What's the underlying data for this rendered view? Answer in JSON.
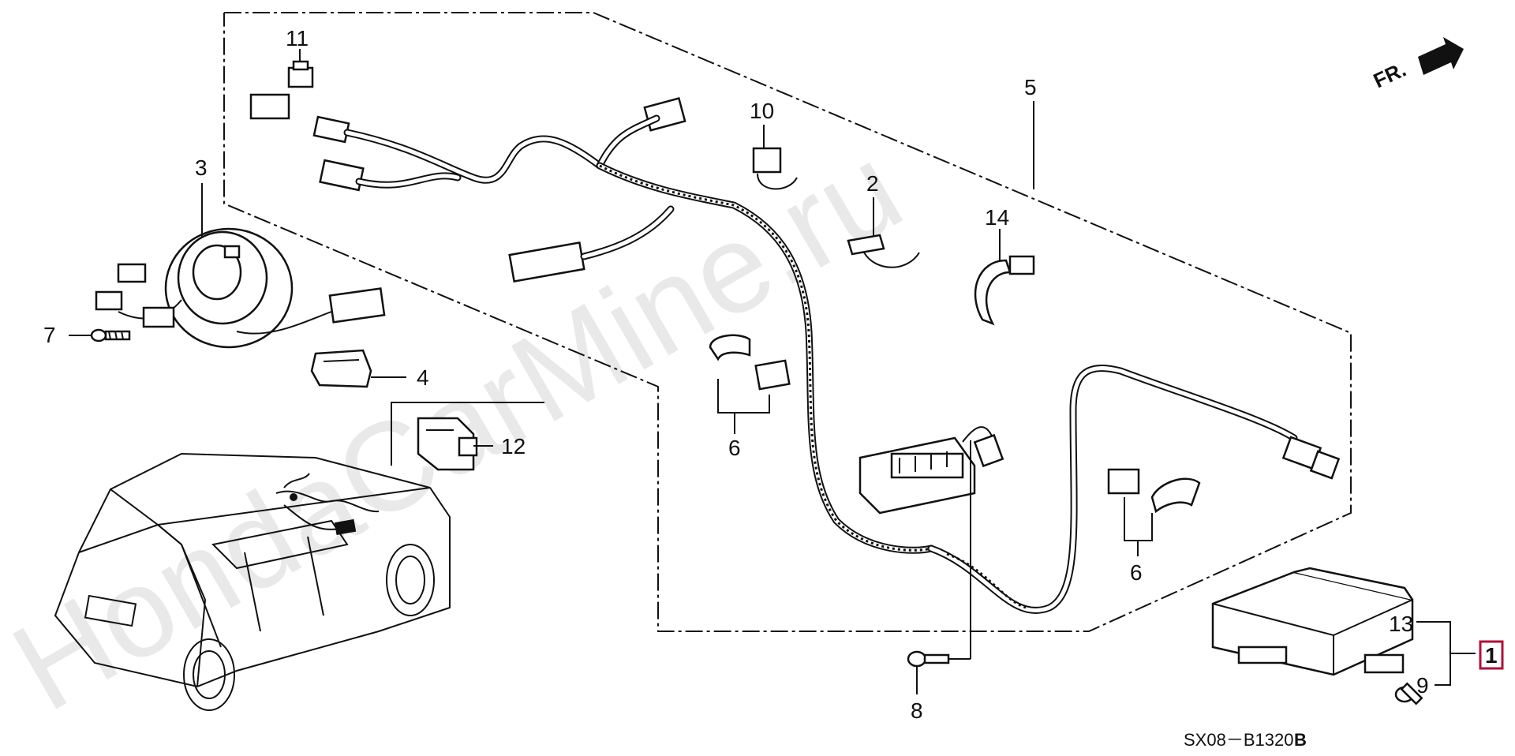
{
  "watermark": "HondaCarMine.ru",
  "direction_label": "FR.",
  "diagram_code": "SX08－B1320",
  "diagram_code_suffix": "B",
  "callouts": {
    "c1": "1",
    "c2": "2",
    "c3": "3",
    "c4": "4",
    "c5": "5",
    "c6a": "6",
    "c6b": "6",
    "c7": "7",
    "c8": "8",
    "c9": "9",
    "c10": "10",
    "c11": "11",
    "c12": "12",
    "c13": "13",
    "c14": "14"
  },
  "highlight_color": "#b0103a"
}
